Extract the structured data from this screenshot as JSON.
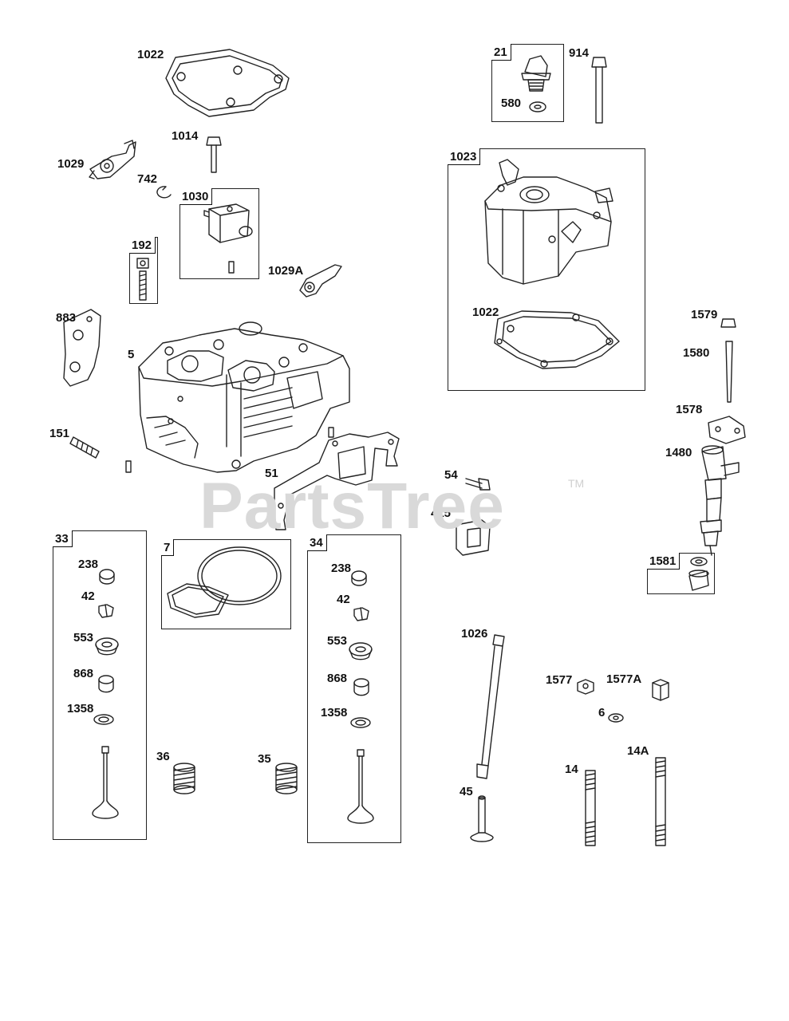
{
  "watermark": {
    "brand": "PartsTree",
    "trademark": "TM"
  },
  "labels": {
    "p1022a": "1022",
    "p1014": "1014",
    "p1029": "1029",
    "p742": "742",
    "p1030": "1030",
    "p192": "192",
    "p1029a": "1029A",
    "p883": "883",
    "p5": "5",
    "p151": "151",
    "p51": "51",
    "p54": "54",
    "p415": "415",
    "p21": "21",
    "p580": "580",
    "p914": "914",
    "p1023": "1023",
    "p1022b": "1022",
    "p1579": "1579",
    "p1580": "1580",
    "p1578": "1578",
    "p1480": "1480",
    "p1581": "1581",
    "p33": "33",
    "p238a": "238",
    "p42a": "42",
    "p553a": "553",
    "p868a": "868",
    "p1358a": "1358",
    "p7": "7",
    "p36": "36",
    "p35": "35",
    "p34": "34",
    "p238b": "238",
    "p42b": "42",
    "p553b": "553",
    "p868b": "868",
    "p1358b": "1358",
    "p1026": "1026",
    "p45": "45",
    "p1577": "1577",
    "p1577a": "1577A",
    "p6": "6",
    "p14": "14",
    "p14a": "14A"
  },
  "colors": {
    "line": "#222222",
    "watermark": "#d9d9d9"
  }
}
